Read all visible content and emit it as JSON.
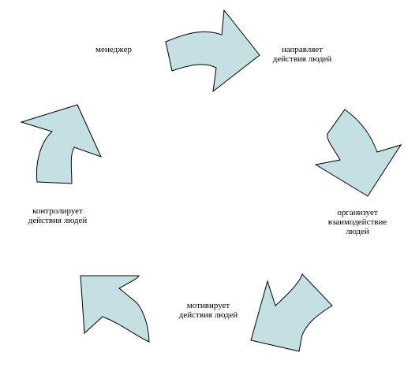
{
  "colors": {
    "arrow_fill": "#c4e0e3",
    "arrow_stroke": "#000000",
    "text": "#000000",
    "background": "#ffffff"
  },
  "nodes": [
    {
      "id": "manager",
      "lines": [
        "менеджер"
      ]
    },
    {
      "id": "directs",
      "lines": [
        "направляет",
        "действия людей"
      ]
    },
    {
      "id": "organizes",
      "lines": [
        "организует",
        "взаимодействие",
        "людей"
      ]
    },
    {
      "id": "motivates",
      "lines": [
        "мотивирует",
        "действия людей"
      ]
    },
    {
      "id": "controls",
      "lines": [
        "контролирует",
        "действия людей"
      ]
    }
  ]
}
